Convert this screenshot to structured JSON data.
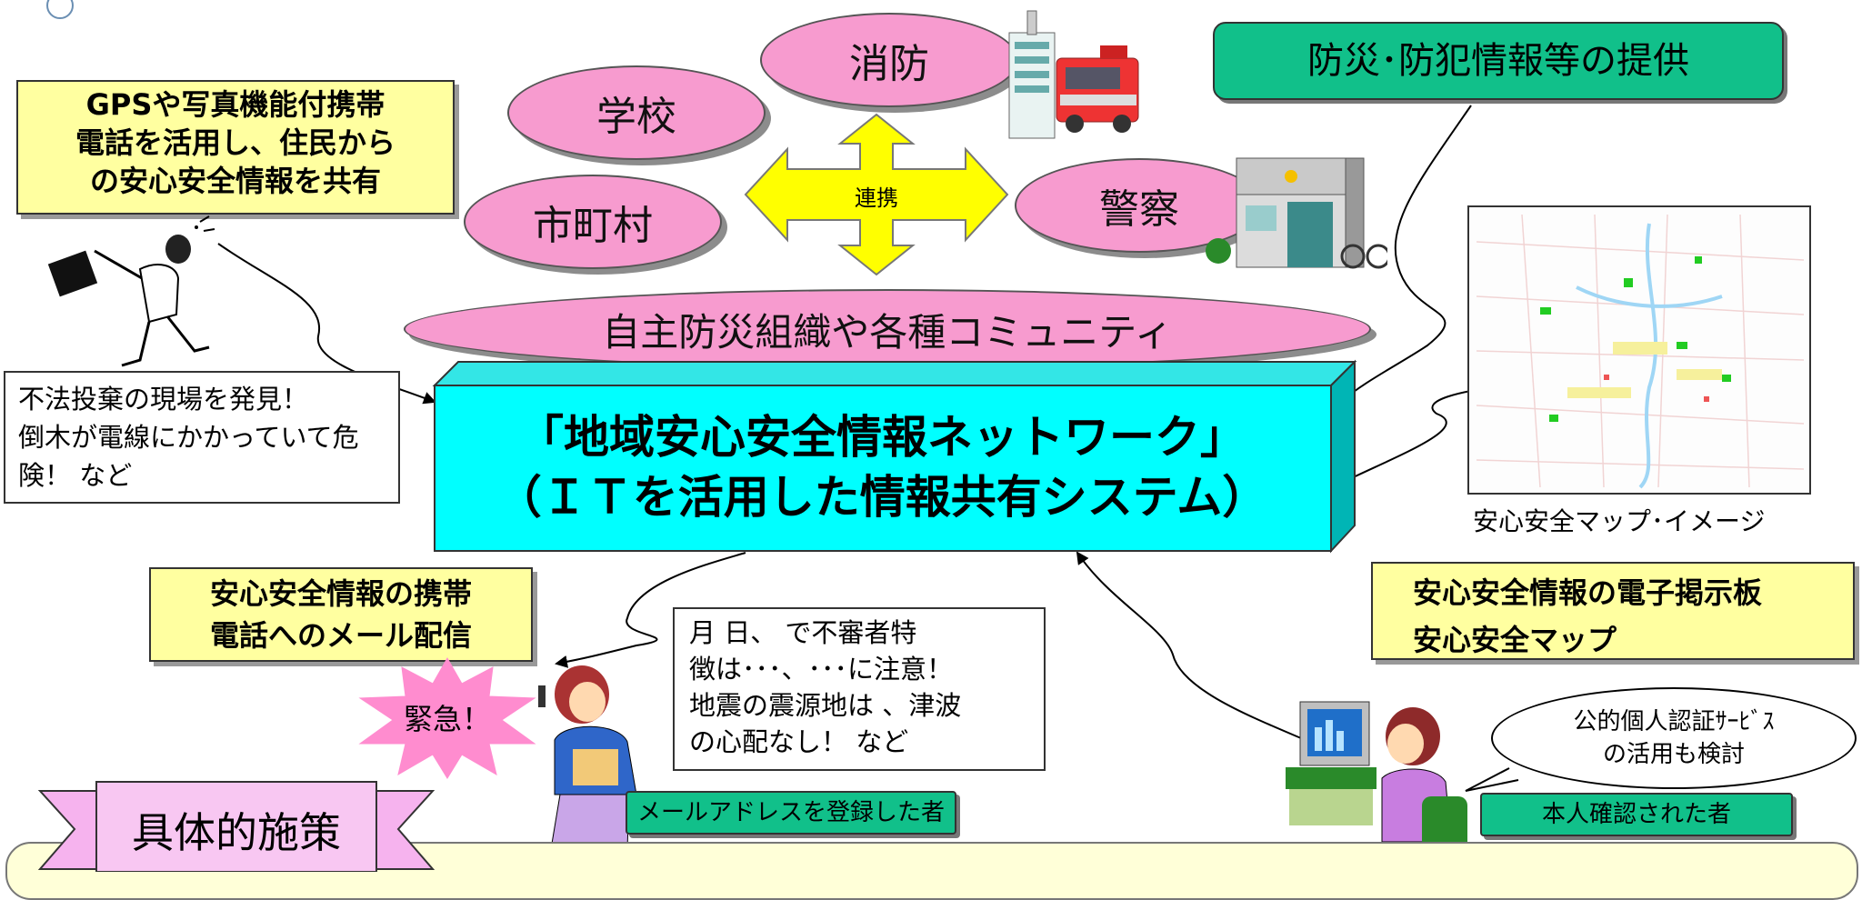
{
  "top_nodes": {
    "school": "学校",
    "fire": "消防",
    "municipality": "市町村",
    "police": "警察",
    "community": "自主防災組織や各種コミュニティ",
    "cooperation": "連携"
  },
  "provide_label": "防災･防犯情報等の提供",
  "gps_box": [
    "GPSや写真機能付携帯",
    "電話を活用し、住民から",
    "の安心安全情報を共有"
  ],
  "report_box": [
    "不法投棄の現場を発見！",
    "倒木が電線にかかっていて危",
    "険！ など"
  ],
  "network": {
    "line1": "「地域安心安全情報ネットワーク」",
    "line2": "（ＩＴを活用した情報共有システム）"
  },
  "map_caption": "安心安全マップ･イメージ",
  "board_box": [
    "安心安全情報の電子掲示板",
    "安心安全マップ"
  ],
  "mail_box": [
    "安心安全情報の携帯",
    "電話へのメール配信"
  ],
  "alert_box": [
    "月 日、 で不審者特",
    "徴は･･･、･･･に注意！",
    "地震の震源地は 、津波",
    "の心配なし！ など"
  ],
  "urgent": "緊急！",
  "mail_registered": "メールアドレスを登録した者",
  "verified": "本人確認された者",
  "auth_bubble": [
    "公的個人認証ｻｰﾋﾞｽ",
    "の活用も検討"
  ],
  "measures_label": "具体的施策",
  "colors": {
    "pink": "#f79bcf",
    "cyan": "#00ffff",
    "yellow": "#ffffa0",
    "green": "#11c08a",
    "arrow_yellow": "#ffff00"
  }
}
